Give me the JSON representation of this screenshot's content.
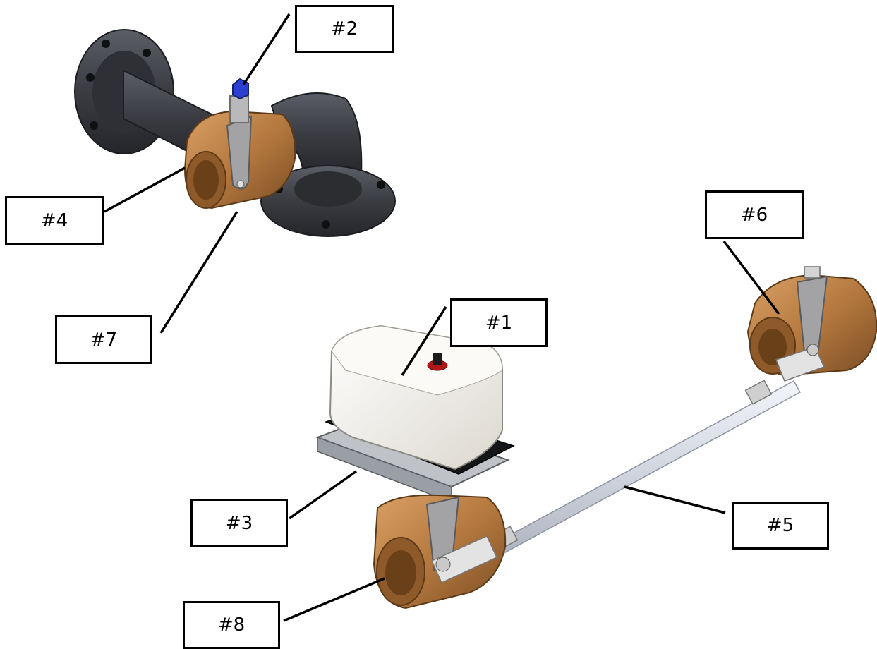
{
  "callouts": {
    "c1": "#1",
    "c2": "#2",
    "c3": "#3",
    "c4": "#4",
    "c5": "#5",
    "c6": "#6",
    "c7": "#7",
    "c8": "#8"
  },
  "colors": {
    "brass": "#b5793f",
    "pipe": "#3a3c42",
    "actuator": "#f4f1ea",
    "handle": "#9a9a9a",
    "rod": "#dde1ea",
    "knob": "#2c3fd0"
  }
}
